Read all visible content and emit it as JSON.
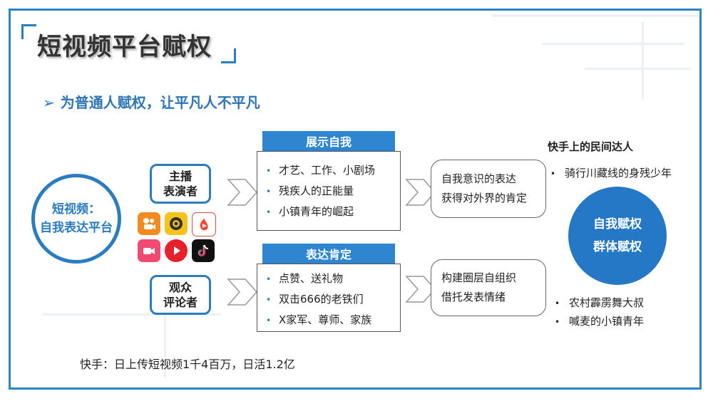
{
  "title": "短视频平台赋权",
  "subtitle": "为普通人赋权，让平凡人不平凡",
  "main_circle": {
    "line1": "短视频：",
    "line2": "自我表达平台"
  },
  "roles": [
    {
      "line1": "主播",
      "line2": "表演者"
    },
    {
      "line1": "观众",
      "line2": "评论者"
    }
  ],
  "boxes": [
    {
      "header": "展示自我",
      "items": [
        "才艺、工作、小剧场",
        "残疾人的正能量",
        "小镇青年的崛起"
      ]
    },
    {
      "header": "表达肯定",
      "items": [
        "点赞、送礼物",
        "双击666的老铁们",
        "X家军、尊师、家族"
      ]
    }
  ],
  "pills": [
    {
      "line1": "自我意识的表达",
      "line2": "获得对外界的肯定"
    },
    {
      "line1": "构建圈层自组织",
      "line2": "借托发表情绪"
    }
  ],
  "right_circle": {
    "line1": "自我赋权",
    "line2": "群体赋权"
  },
  "right_heading": "快手上的民间达人",
  "right_items_top": [
    "骑行川藏线的身残少年"
  ],
  "right_items_bottom": [
    "农村霹雳舞大叔",
    "喊麦的小镇青年"
  ],
  "footer": "快手：日上传短视频1千4百万，日活1.2亿",
  "bullet_glyph": "•",
  "colors": {
    "accent": "#2b7cc0",
    "header_fill": "#2e86d0",
    "circle_fill": "#2478c5"
  },
  "app_icons": [
    "kuaishou-icon",
    "weishi-icon",
    "huoshan-icon",
    "video-camera-icon",
    "play-icon",
    "douyin-icon"
  ]
}
